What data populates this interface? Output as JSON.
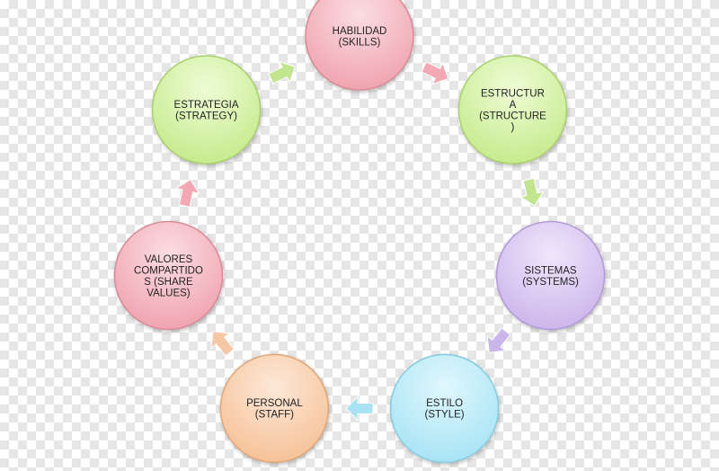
{
  "nodes": [
    {
      "id": "skills",
      "lines": [
        "HABILIDAD",
        "(SKILLS)"
      ],
      "colors": {
        "light": "#fbdde2",
        "dark": "#f0a4b0",
        "stroke": "#d98a97"
      }
    },
    {
      "id": "structure",
      "lines": [
        "ESTRUCTUR",
        "A",
        "(STRUCTURE",
        ")"
      ],
      "colors": {
        "light": "#eefcd6",
        "dark": "#c7eb8e",
        "stroke": "#a9cf6e"
      }
    },
    {
      "id": "systems",
      "lines": [
        "SISTEMAS",
        "(SYSTEMS)"
      ],
      "colors": {
        "light": "#f0e6fb",
        "dark": "#cdb6ec",
        "stroke": "#b29ad6"
      }
    },
    {
      "id": "style",
      "lines": [
        "ESTILO",
        "(STYLE)"
      ],
      "colors": {
        "light": "#e0f7fd",
        "dark": "#a8e4f5",
        "stroke": "#86cbe0"
      }
    },
    {
      "id": "staff",
      "lines": [
        "PERSONAL",
        "(STAFF)"
      ],
      "colors": {
        "light": "#fde8d8",
        "dark": "#f6c298",
        "stroke": "#dfa678"
      }
    },
    {
      "id": "shared-values",
      "lines": [
        "VALORES",
        "COMPARTIDO",
        "S (SHARE",
        "VALUES)"
      ],
      "colors": {
        "light": "#fbdde2",
        "dark": "#f0a4b0",
        "stroke": "#d98a97"
      }
    },
    {
      "id": "strategy",
      "lines": [
        "ESTRATEGIA",
        "(STRATEGY)"
      ],
      "colors": {
        "light": "#eefcd6",
        "dark": "#c7eb8e",
        "stroke": "#a9cf6e"
      }
    }
  ],
  "arrows": [
    {
      "from": "skills",
      "to": "structure",
      "color": "#f3a5b0"
    },
    {
      "from": "structure",
      "to": "systems",
      "color": "#bfe58a"
    },
    {
      "from": "systems",
      "to": "style",
      "color": "#c9b3ea"
    },
    {
      "from": "style",
      "to": "staff",
      "color": "#a5e2f4"
    },
    {
      "from": "staff",
      "to": "shared-values",
      "color": "#f7c6a2"
    },
    {
      "from": "shared-values",
      "to": "strategy",
      "color": "#f3a5b0"
    },
    {
      "from": "strategy",
      "to": "skills",
      "color": "#bfe58a"
    }
  ]
}
